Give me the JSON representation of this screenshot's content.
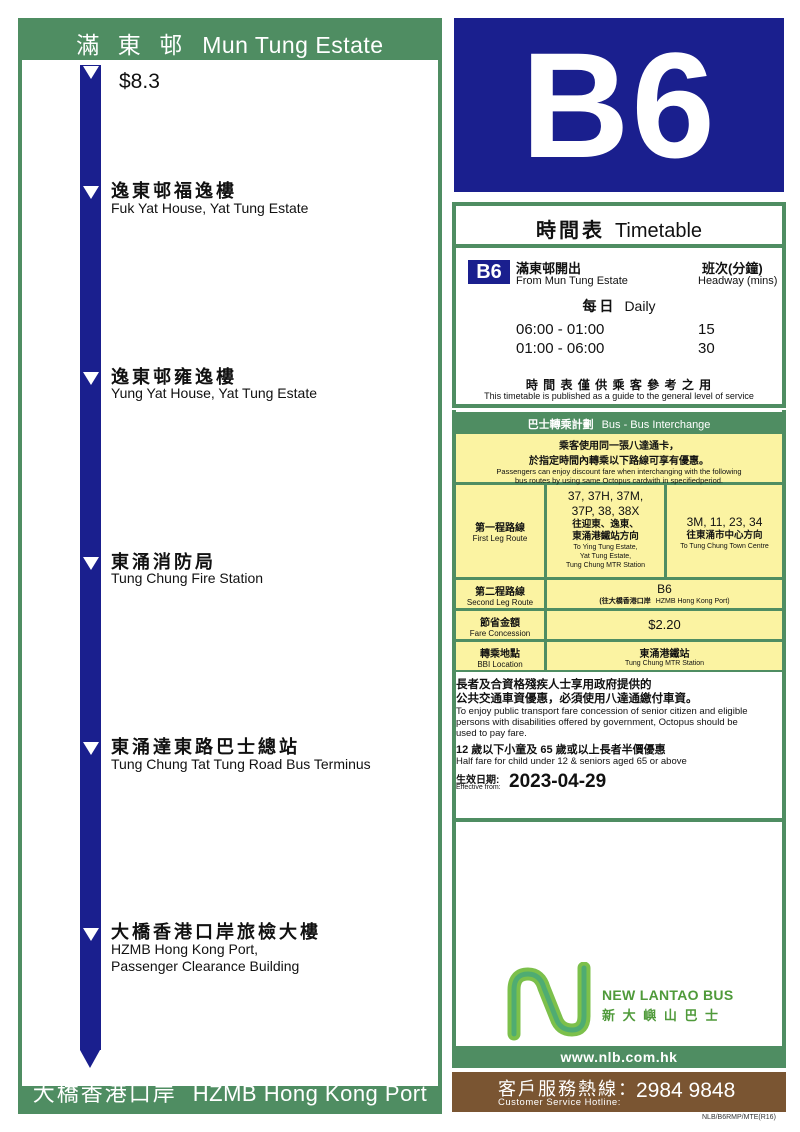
{
  "route": {
    "number": "B6",
    "origin_zh": "滿 東 邨",
    "origin_en": "Mun Tung Estate",
    "destination_zh": "大橋香港口岸",
    "destination_en": "HZMB Hong Kong Port",
    "fare": "$8.3"
  },
  "stops": [
    {
      "zh": "逸東邨福逸樓",
      "en": "Fuk Yat House, Yat Tung Estate"
    },
    {
      "zh": "逸東邨雍逸樓",
      "en": "Yung Yat House, Yat Tung Estate"
    },
    {
      "zh": "東涌消防局",
      "en": "Tung Chung Fire Station"
    },
    {
      "zh": "東涌達東路巴士總站",
      "en": "Tung Chung Tat Tung Road Bus Terminus"
    },
    {
      "zh": "大橋香港口岸旅檢大樓",
      "en_line1": "HZMB Hong Kong Port,",
      "en_line2": "Passenger Clearance Building"
    }
  ],
  "timetable": {
    "title_zh": "時間表",
    "title_en": "Timetable",
    "badge": "B6",
    "from_zh": "滿東邨開出",
    "from_en": "From Mun Tung Estate",
    "headway_zh": "班次(分鐘)",
    "headway_en": "Headway (mins)",
    "daily_zh": "每日",
    "daily_en": "Daily",
    "rows": [
      {
        "period": "06:00 - 01:00",
        "headway": "15"
      },
      {
        "period": "01:00 - 06:00",
        "headway": "30"
      }
    ],
    "note_zh": "時 間 表 僅 供 乘 客 參 考 之 用",
    "note_en": "This timetable is published as a guide to the general level of service"
  },
  "interchange": {
    "header_zh": "巴士轉乘計劃",
    "header_en": "Bus - Bus Interchange",
    "intro_zh1": "乘客使用同一張八達通卡，",
    "intro_zh2": "於指定時間內轉乘以下路線可享有優惠。",
    "intro_en1": "Passengers can enjoy discount fare when interchanging with the following",
    "intro_en2": "bus routes by using same Octopus cardwith in specifiedperiod.",
    "first_leg_zh": "第一程路線",
    "first_leg_en": "First Leg Route",
    "first_a_routes1": "37, 37H, 37M,",
    "first_a_routes2": "37P, 38, 38X",
    "first_a_dir_zh1": "往迎東、逸東、",
    "first_a_dir_zh2": "東涌港鐵站方向",
    "first_a_dir_en1": "To Ying Tung Estate,",
    "first_a_dir_en2": "Yat Tung Estate,",
    "first_a_dir_en3": "Tung Chung MTR Station",
    "first_b_routes": "3M, 11, 23, 34",
    "first_b_dir_zh": "往東涌市中心方向",
    "first_b_dir_en": "To Tung Chung Town Centre",
    "second_leg_zh": "第二程路線",
    "second_leg_en": "Second Leg Route",
    "second_route": "B6",
    "second_dir_zh": "(往大橋香港口岸",
    "second_dir_en": "HZMB Hong Kong Port)",
    "concession_zh": "節省金額",
    "concession_en": "Fare Concession",
    "concession_value": "$2.20",
    "location_zh": "轉乘地點",
    "location_en": "BBI Location",
    "location_value_zh": "東涌港鐵站",
    "location_value_en": "Tung Chung MTR Station"
  },
  "notes": {
    "concession_zh1": "長者及合資格殘疾人士享用政府提供的",
    "concession_zh2": "公共交通車資優惠，必須使用八達通繳付車資。",
    "concession_en1": "To enjoy public transport fare concession of senior citizen and eligible",
    "concession_en2": "persons with disabilities offered by government, Octopus should be",
    "concession_en3": "used to pay fare.",
    "half_zh": "12 歲以下小童及 65 歲或以上長者半價優惠",
    "half_en": "Half fare for child under 12 & seniors aged 65 or above",
    "effective_zh": "生效日期:",
    "effective_en": "Effective from:",
    "effective_date": "2023-04-29"
  },
  "brand": {
    "name_en": "NEW LANTAO BUS",
    "name_zh": "新 大 嶼 山 巴 士",
    "website": "www.nlb.com.hk",
    "hotline_zh": "客戶服務熱線：",
    "hotline_en": "Customer Service Hotline:",
    "hotline_number": "2984 9848",
    "doc_code": "NLB/B6RMP/MTE(R16)"
  },
  "colors": {
    "green": "#4f8d62",
    "navy": "#1a1f8e",
    "yellow": "#fbf3a2",
    "brown": "#7a5532"
  }
}
